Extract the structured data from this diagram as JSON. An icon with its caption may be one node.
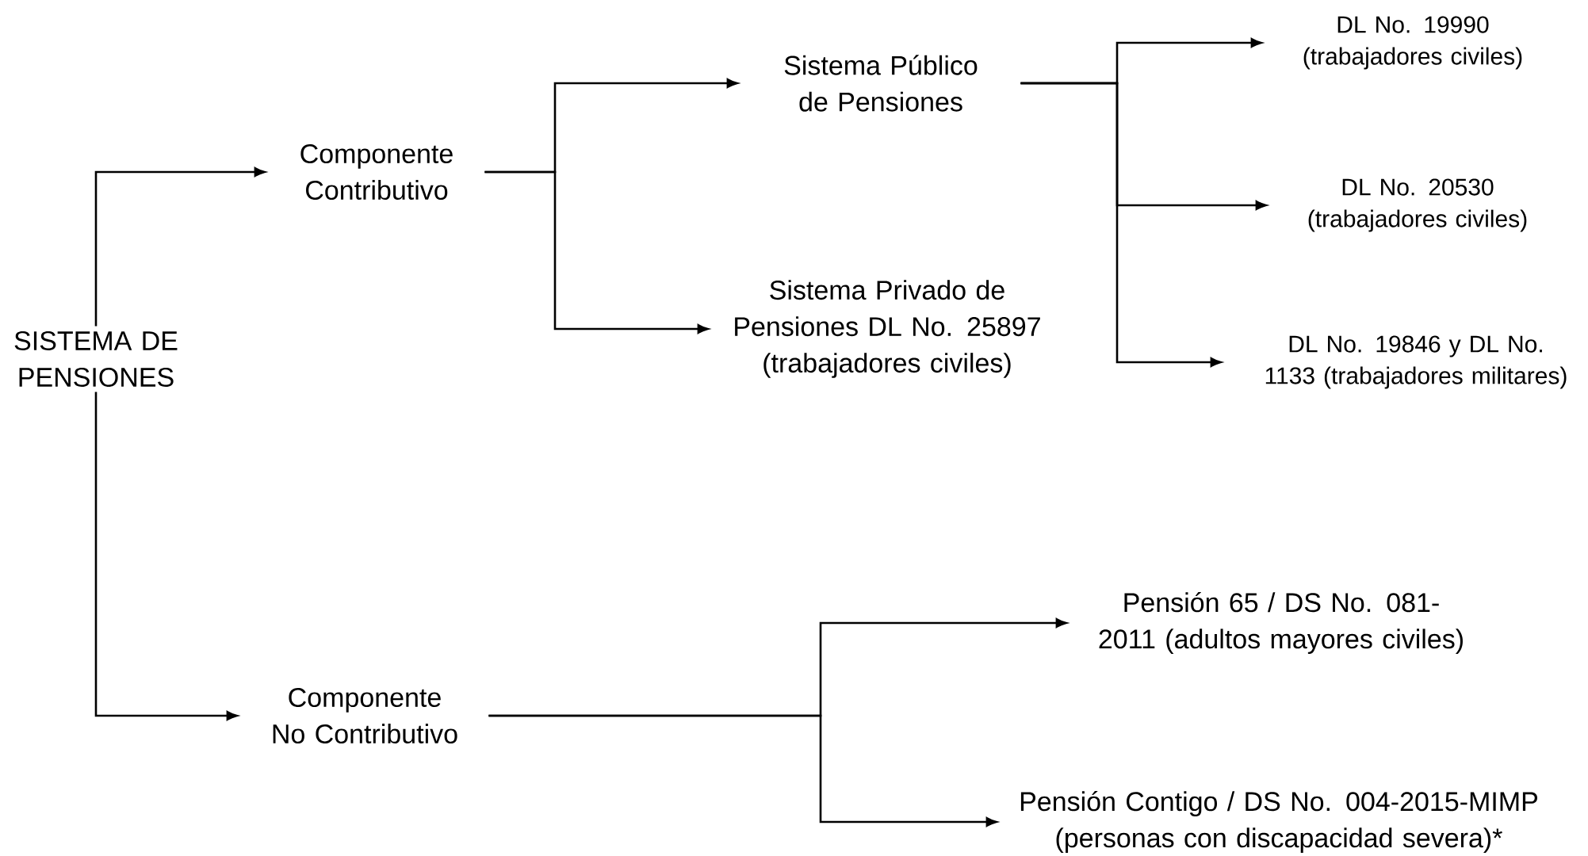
{
  "diagram": {
    "nodes": [
      {
        "text": [
          "SISTEMA DE PENSIONES"
        ]
      },
      {
        "text": [
          "Componente Contributivo"
        ]
      },
      {
        "text": [
          "Componente No Contributivo"
        ]
      },
      {
        "text": [
          "Sistema Público de Pensiones"
        ]
      },
      {
        "text": [
          "Sistema Privado de Pensiones DL No. 25897 (trabajadores civiles)"
        ]
      },
      {
        "text": [
          "DL No. 19990 (trabajadores civiles)"
        ]
      },
      {
        "text": [
          "DL No. 20530 (trabajadores civiles)"
        ]
      },
      {
        "text": [
          "DL No. 19846 y DL No. 1133 (trabajadores militares)"
        ]
      },
      {
        "text": [
          "Pensión 65 / DS No. 081-2011 (adultos mayores civiles)"
        ]
      },
      {
        "text": [
          "Pensión Contigo / DS No. 004-2015-MIMP (personas con discapacidad severa)*"
        ]
      }
    ],
    "edges": [
      {
        "from": 0,
        "to": 1,
        "arrow": "to"
      },
      {
        "from": 0,
        "to": 2,
        "arrow": "to"
      },
      {
        "from": 1,
        "to": 3,
        "arrow": "to"
      },
      {
        "from": 1,
        "to": 4,
        "arrow": "to"
      },
      {
        "from": 3,
        "to": 5,
        "arrow": "to"
      },
      {
        "from": 3,
        "to": 6,
        "arrow": "to"
      },
      {
        "from": 3,
        "to": 7,
        "arrow": "to"
      },
      {
        "from": 2,
        "to": 8,
        "arrow": "to"
      },
      {
        "from": 2,
        "to": 9,
        "arrow": "to"
      }
    ]
  }
}
